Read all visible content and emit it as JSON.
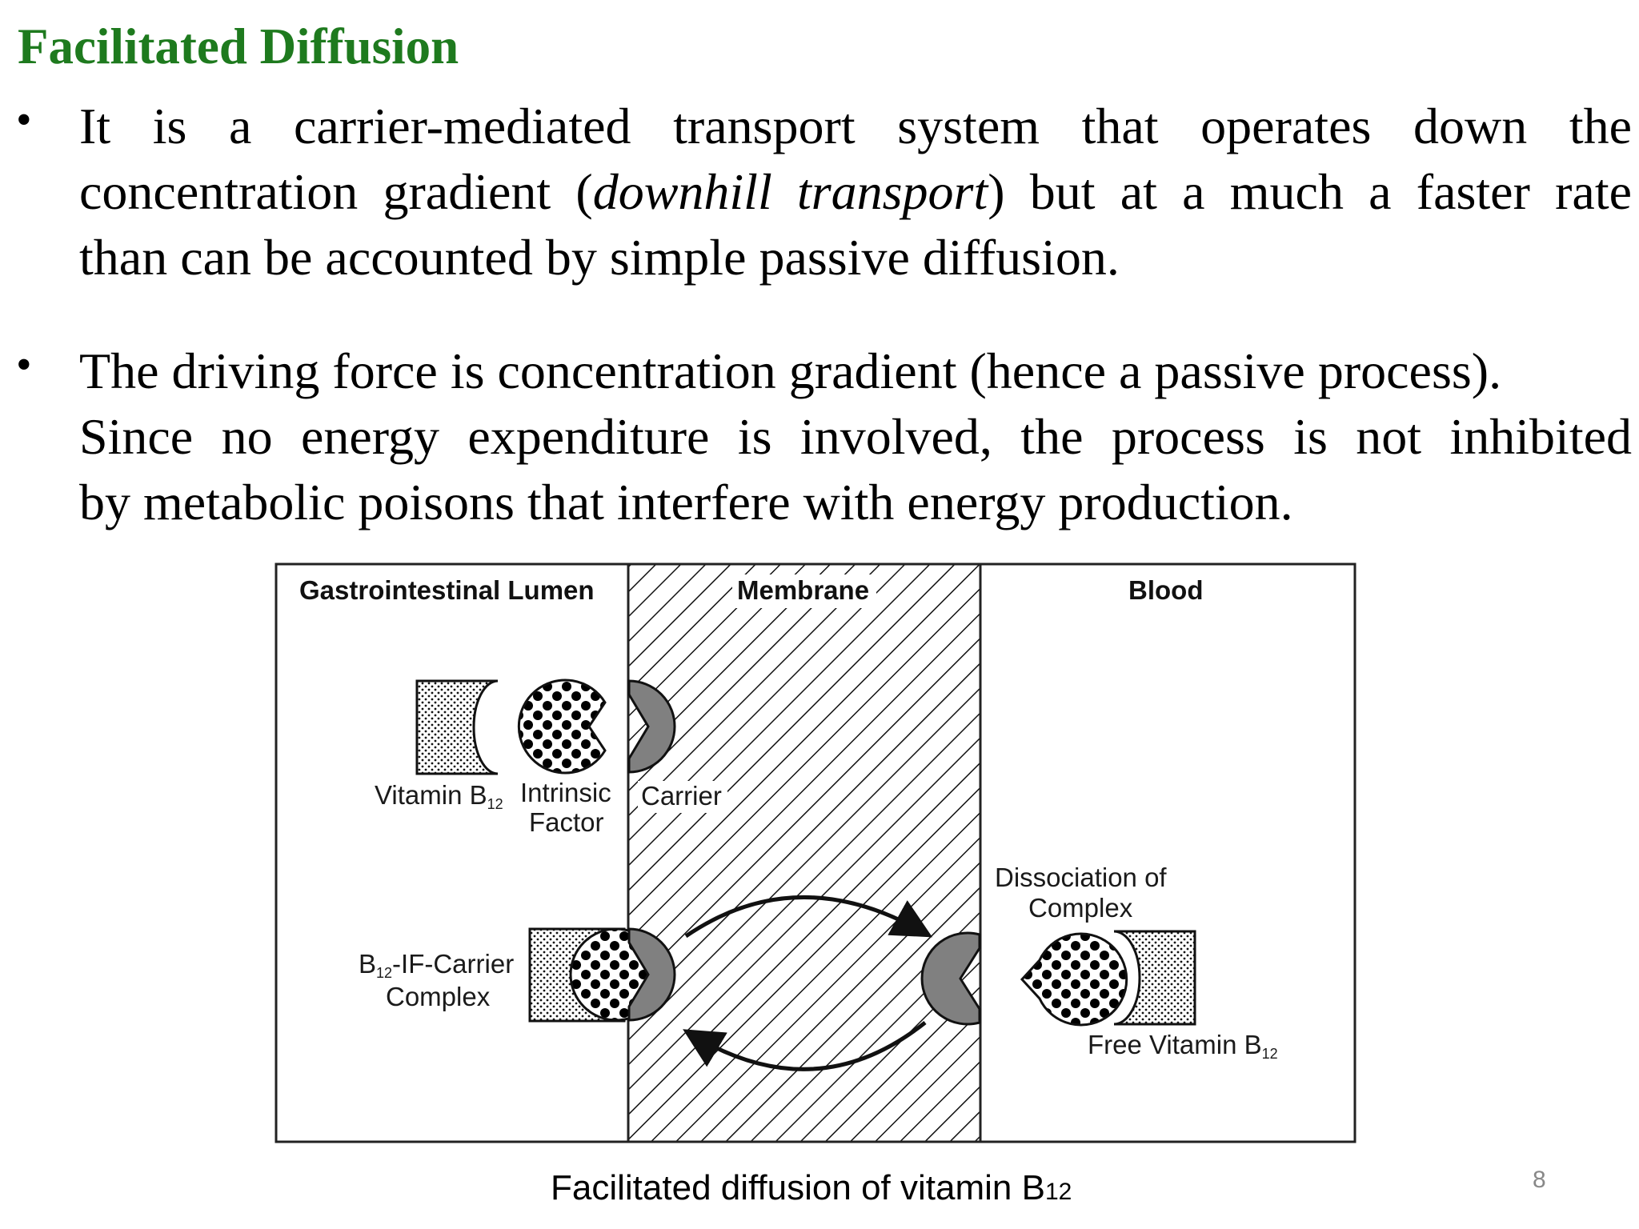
{
  "slide": {
    "title": "Facilitated Diffusion",
    "bullet_symbol": "•",
    "bullets": [
      {
        "lines": [
          "It is a carrier-mediated transport system that operates down the",
          "concentration gradient (",
          "downhill transport",
          ") but at a much a faster rate",
          "than can be accounted by simple passive diffusion."
        ]
      },
      {
        "lines": [
          "The driving force is concentration gradient (hence a passive process).",
          "Since no energy expenditure is involved, the process is not inhibited",
          "by metabolic poisons that interfere with energy production."
        ]
      }
    ],
    "page_number": "8"
  },
  "diagram": {
    "regions": {
      "lumen": "Gastrointestinal Lumen",
      "membrane": "Membrane",
      "blood": "Blood"
    },
    "labels": {
      "vitamin": "Vitamin B",
      "vitamin_sub": "12",
      "intrinsic_1": "Intrinsic",
      "intrinsic_2": "Factor",
      "carrier": "Carrier",
      "complex_1_pre": "B",
      "complex_1_sub": "12",
      "complex_1_post": "-IF-Carrier",
      "complex_2": "Complex",
      "dissociation_1": "Dissociation of",
      "dissociation_2": "Complex",
      "free_vitamin": "Free Vitamin B",
      "free_vitamin_sub": "12"
    },
    "caption": "Facilitated diffusion of vitamin B",
    "caption_sub": "12"
  }
}
